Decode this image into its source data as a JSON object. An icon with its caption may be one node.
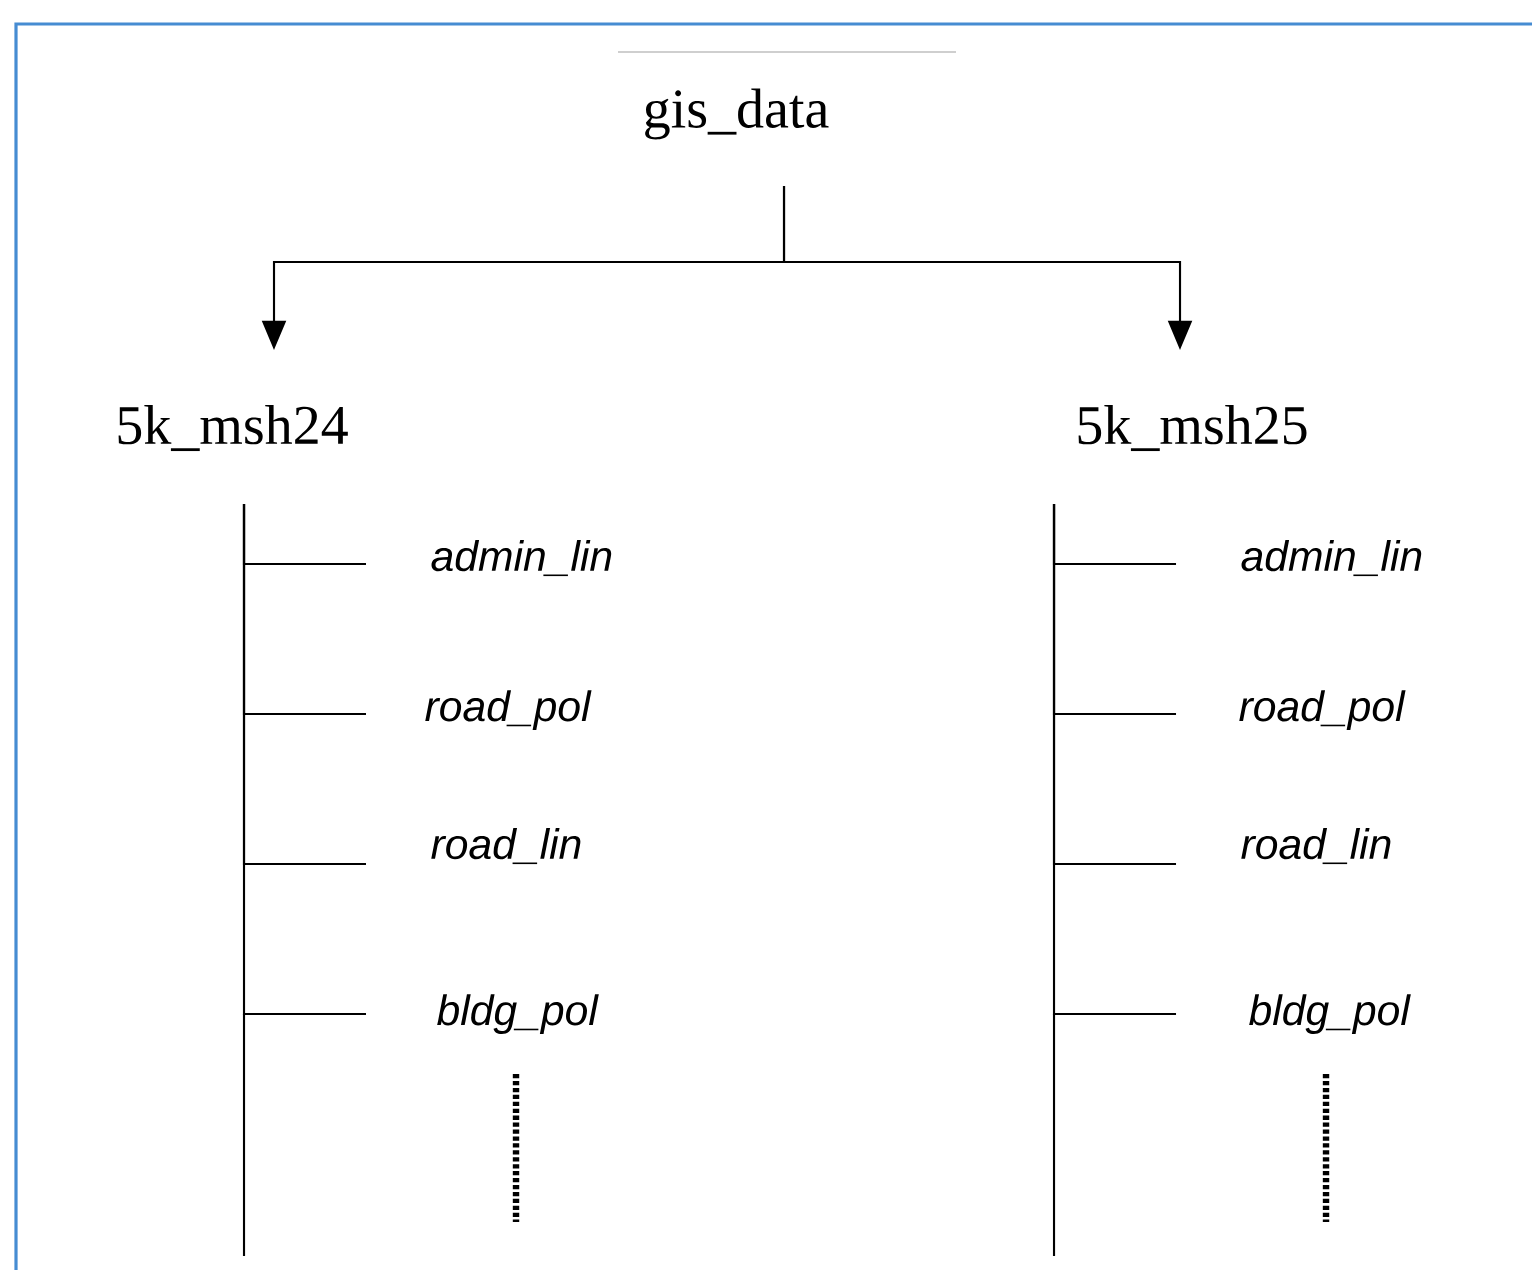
{
  "diagram": {
    "nodes": [
      {
        "text": [
          "gis_data"
        ]
      },
      {
        "text": [
          "5k_msh24"
        ]
      },
      {
        "text": [
          "5k_msh25"
        ]
      },
      {
        "text": [
          "admin_lin"
        ]
      },
      {
        "text": [
          "road_pol"
        ]
      },
      {
        "text": [
          "road_lin"
        ]
      },
      {
        "text": [
          "bldg_pol"
        ]
      },
      {
        "text": [
          "admin_lin"
        ]
      },
      {
        "text": [
          "road_pol"
        ]
      },
      {
        "text": [
          "road_lin"
        ]
      },
      {
        "text": [
          "bldg_pol"
        ]
      }
    ],
    "edges": [
      {
        "from": 0,
        "to": 1,
        "arrow": "to"
      },
      {
        "from": 0,
        "to": 2,
        "arrow": "to"
      },
      {
        "from": 1,
        "to": 3,
        "arrow": "none"
      },
      {
        "from": 1,
        "to": 4,
        "arrow": "none"
      },
      {
        "from": 1,
        "to": 5,
        "arrow": "none"
      },
      {
        "from": 1,
        "to": 6,
        "arrow": "none"
      },
      {
        "from": 2,
        "to": 7,
        "arrow": "none"
      },
      {
        "from": 2,
        "to": 8,
        "arrow": "none"
      },
      {
        "from": 2,
        "to": 9,
        "arrow": "none"
      },
      {
        "from": 2,
        "to": 10,
        "arrow": "none"
      }
    ]
  }
}
